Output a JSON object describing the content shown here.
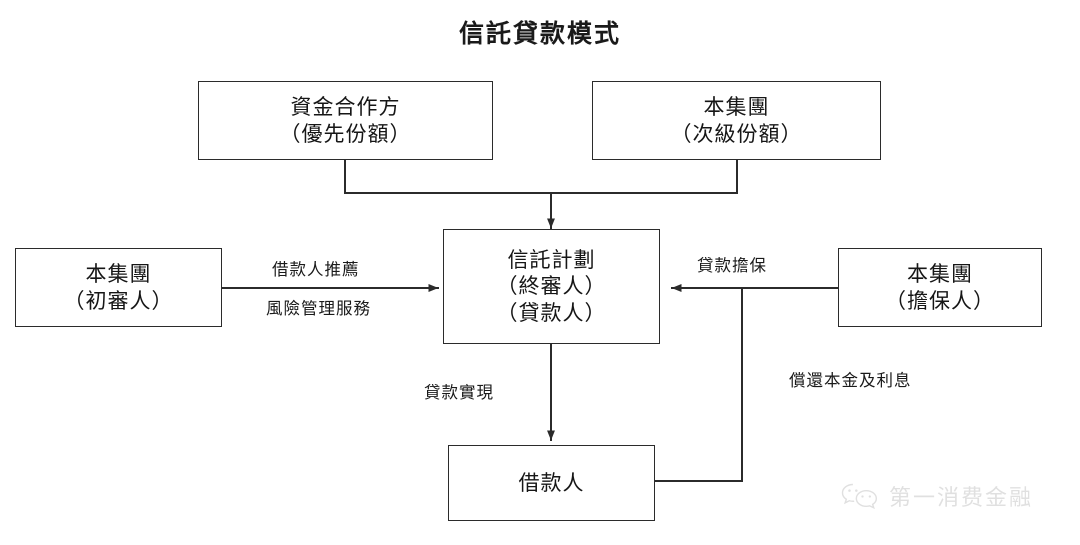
{
  "title": "信託貸款模式",
  "diagram": {
    "type": "flowchart",
    "nodes": [
      {
        "id": "funding-partner",
        "lines": [
          "資金合作方",
          "（優先份額）"
        ]
      },
      {
        "id": "group-subordinate",
        "lines": [
          "本集團",
          "（次級份額）"
        ]
      },
      {
        "id": "group-initial-reviewer",
        "lines": [
          "本集團",
          "（初審人）"
        ]
      },
      {
        "id": "trust-plan",
        "lines": [
          "信託計劃",
          "（終審人）",
          "（貸款人）"
        ]
      },
      {
        "id": "group-guarantor",
        "lines": [
          "本集團",
          "（擔保人）"
        ]
      },
      {
        "id": "borrower",
        "lines": [
          "借款人"
        ]
      }
    ],
    "edge_labels": [
      {
        "id": "borrower-referral",
        "text": "借款人推薦"
      },
      {
        "id": "risk-management-service",
        "text": "風險管理服務"
      },
      {
        "id": "loan-guarantee",
        "text": "貸款擔保"
      },
      {
        "id": "loan-disbursement",
        "text": "貸款實現"
      },
      {
        "id": "repay-principal-interest",
        "text": "償還本金及利息"
      }
    ],
    "line_color": "#2b2b2b"
  },
  "watermark": {
    "text": "第一消费金融",
    "icon": "wechat-icon",
    "color": "#9a9a9a"
  }
}
